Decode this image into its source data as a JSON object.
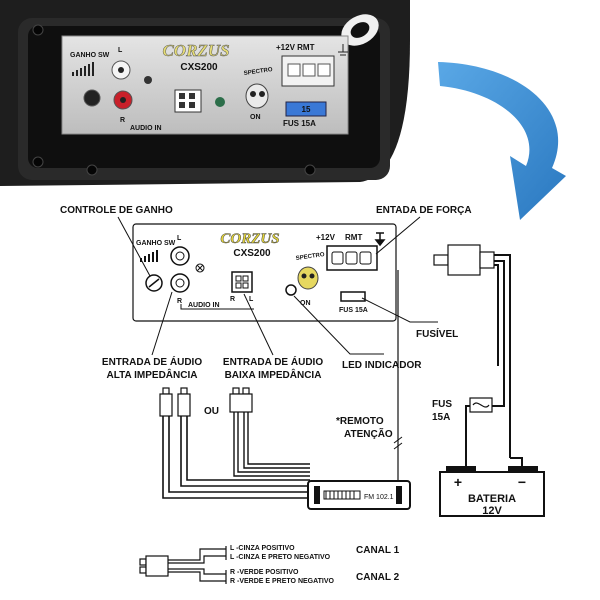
{
  "photo": {
    "brand": "CORZUS",
    "model": "CXS200",
    "tag": "SPECTRO",
    "gain": "GANHO SW",
    "left": "L",
    "right": "R",
    "audio_in": "AUDIO IN",
    "on": "ON",
    "power": "+12V RMT",
    "fuse": "FUS 15A",
    "fuse_value": "15"
  },
  "panel": {
    "brand": "CORZUS",
    "model": "CXS200",
    "tag": "SPECTRO",
    "gain": "GANHO SW",
    "left": "L",
    "right": "R",
    "audio_in": "AUDIO IN",
    "audio_in_r": "R",
    "audio_in_l": "L",
    "on": "ON",
    "power_12v": "+12V",
    "power_rmt": "RMT",
    "fuse": "FUS 15A"
  },
  "callouts": {
    "gain_control": "CONTROLE DE GANHO",
    "power_input": "ENTADA DE FORÇA",
    "high_imp_1": "ENTRADA DE ÁUDIO",
    "high_imp_2": "ALTA IMPEDÂNCIA",
    "low_imp_1": "ENTRADA DE ÁUDIO",
    "low_imp_2": "BAIXA IMPEDÂNCIA",
    "led": "LED INDICADOR",
    "fusivel": "FUSÍVEL",
    "ou": "OU",
    "remote_1": "*REMOTO",
    "remote_2": "ATENÇÃO",
    "fuse_1": "FUS",
    "fuse_2": "15A",
    "radio_display": "FM 102.1",
    "battery_1": "BATERIA",
    "battery_2": "12V",
    "plus": "+",
    "minus": "−"
  },
  "legend": {
    "l_pos": "L -CINZA POSITIVO",
    "l_neg": "L -CINZA E PRETO NEGATIVO",
    "r_pos": "R -VERDE POSITIVO",
    "r_neg": "R -VERDE E PRETO NEGATIVO",
    "canal1": "CANAL 1",
    "canal2": "CANAL 2"
  },
  "colors": {
    "arrow": "#3c8fd2",
    "brand_yellow": "#e4d53a",
    "fuse_blue": "#3a78d6",
    "rca_red": "#c8202a",
    "led_green": "#2c6e4a"
  }
}
